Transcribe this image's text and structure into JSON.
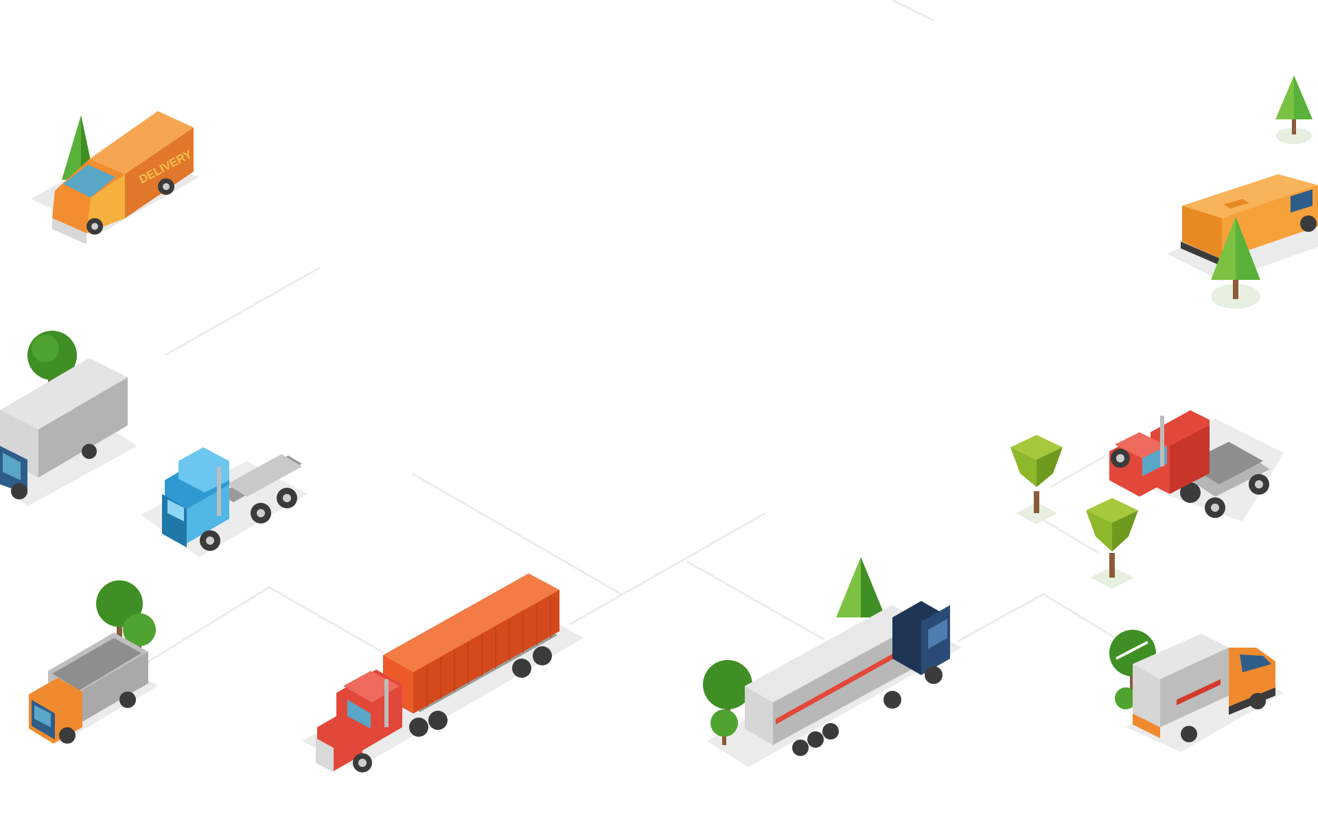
{
  "scene": {
    "description_text": "",
    "delivery_label": "DELIVERY"
  },
  "palette": {
    "road": "#ececec",
    "shadow": "#e6e6e6",
    "tree_dark": "#3f8f24",
    "tree_light": "#7cc242",
    "pine_green": "#59b13a",
    "olive_tree": "#8db82c",
    "trunk": "#8a5a3b",
    "orange": "#f08a2e",
    "orange_light": "#f6a13a",
    "red": "#e2483a",
    "container_orange": "#ec5a2a",
    "sky_blue": "#4fb6e6",
    "navy": "#1e3556",
    "grey_box": "#cfcfcf",
    "grey_box_dark": "#a9a9a9",
    "wheel": "#3b3b3b"
  },
  "vehicles": [
    {
      "name": "delivery-van",
      "label_key": "delivery_label"
    },
    {
      "name": "box-truck-grey"
    },
    {
      "name": "semi-tractor-blue"
    },
    {
      "name": "dump-truck"
    },
    {
      "name": "container-semi-truck"
    },
    {
      "name": "trailer-truck-navy"
    },
    {
      "name": "orange-van"
    },
    {
      "name": "semi-tractor-red"
    },
    {
      "name": "cube-truck-orange"
    }
  ]
}
